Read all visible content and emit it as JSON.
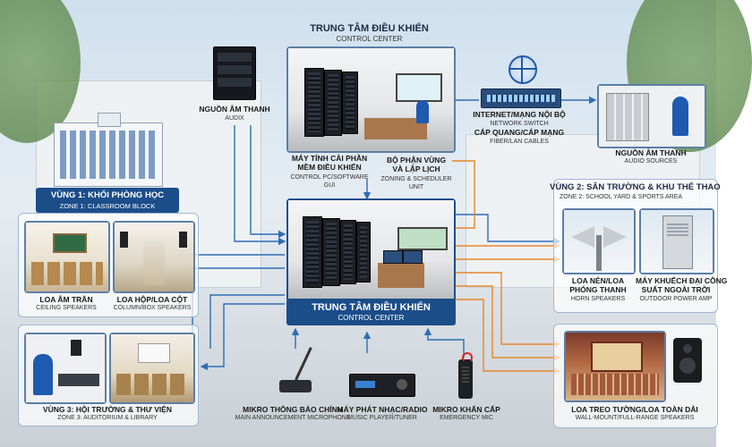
{
  "control_center_top": {
    "title": "TRUNG TÂM ĐIỀU KHIỂN",
    "subtitle": "CONTROL CENTER"
  },
  "control_center_main": {
    "title": "TRUNG TÂM ĐIỀU KHIỂN",
    "subtitle": "CONTROL CENTER"
  },
  "audio_source_top": {
    "title": "NGUỒN ÂM THANH",
    "subtitle": "AUDIX"
  },
  "control_pc": {
    "title_line1": "MÁY TÍNH CÀI PHẦN",
    "title_line2": "MỀM ĐIỀU KHIỂN",
    "subtitle_line1": "CONTROL PC/SOFTWARE",
    "subtitle_line2": "GUI"
  },
  "zoning_unit": {
    "title_line1": "BỘ PHẬN VÙNG",
    "title_line2": "VÀ LẬP LỊCH",
    "subtitle_line1": "ZONING & SCHEDULER",
    "subtitle_line2": "UNIT"
  },
  "network": {
    "title_line1": "INTERNET/MẠNG NỘI BỘ",
    "subtitle_line1": "NETWORK SWITCH",
    "title_line2": "CÁP QUANG/CÁP MẠNG",
    "subtitle_line2": "FIBER/LAN CABLES"
  },
  "audio_sources_right": {
    "title": "NGUỒN ÂM THANH",
    "subtitle": "AUDIO SOURCES"
  },
  "zone1": {
    "title": "VÙNG 1: KHỐI PHÒNG HỌC",
    "subtitle": "ZONE 1: CLASSROOM BLOCK",
    "ceiling_title": "LOA ÂM TRẦN",
    "ceiling_sub": "CEILING SPEAKERS",
    "column_title": "LOA HỘP/LOA CỘT",
    "column_sub": "COLUMN/BOX SPEAKERS"
  },
  "zone2": {
    "title": "VÙNG 2: SÂN TRƯỜNG & KHU THỂ THAO",
    "subtitle": "ZONE 2: SCHOOL YARD & SPORTS AREA",
    "horn_title_line1": "LOA NÉN/LOA",
    "horn_title_line2": "PHÓNG THANH",
    "horn_sub": "HORN SPEAKERS",
    "amp_title_line1": "MÁY KHUẾCH ĐẠI CÔNG",
    "amp_title_line2": "SUẤT NGOÀI TRỜI",
    "amp_sub": "OUTDOOR POWER AMP"
  },
  "zone3": {
    "title": "VÙNG 3: HỘI TRƯỜNG & THƯ VIỆN",
    "subtitle": "ZONE 3: AUDITORIUM & LIBRARY"
  },
  "microphone": {
    "title": "MIKRO THÔNG BÁO CHÍNH",
    "subtitle": "MAIN ANNOUNCEMENT MICROPHONE"
  },
  "music_player": {
    "title": "MÁY PHÁT NHẠC/RADIO",
    "subtitle": "MUSIC PLAYER/TUNER"
  },
  "emergency_mic": {
    "title": "MIKRO KHẨN CẤP",
    "subtitle": "EMERGENCY MIC"
  },
  "wall_speakers": {
    "title": "LOA TREO TƯỜNG/LOA TOÀN DẢI",
    "subtitle": "WALL-MOUNT/FULL-RANGE SPEAKERS"
  },
  "colors": {
    "blue_line": "#2f6db5",
    "orange_line": "#e8862a",
    "banner": "#1b4d89"
  }
}
